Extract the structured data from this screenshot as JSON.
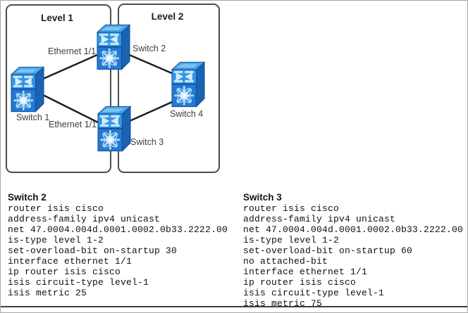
{
  "diagram": {
    "level1_label": "Level 1",
    "level2_label": "Level 2",
    "switches": {
      "switch1": "Switch 1",
      "switch2": "Switch 2",
      "switch3": "Switch 3",
      "switch4": "Switch 4"
    },
    "link_labels": {
      "top": "Ethernet 1/1",
      "bottom": "Ethernet 1/1"
    }
  },
  "configs": {
    "switch2": {
      "title": "Switch 2",
      "lines": [
        "router isis cisco",
        "address-family ipv4 unicast",
        "net 47.0004.004d.0001.0002.0b33.2222.00",
        "is-type level 1-2",
        "set-overload-bit on-startup 30",
        "interface ethernet 1/1",
        "ip router isis cisco",
        "isis circuit-type level-1",
        "isis metric 25"
      ]
    },
    "switch3": {
      "title": "Switch 3",
      "lines": [
        "router isis cisco",
        "address-family ipv4 unicast",
        "net 47.0004.004d.0001.0002.0b33.2222.00",
        "is-type level 1-2",
        "set-overload-bit on-startup 60",
        "no attached-bit",
        "interface ethernet 1/1",
        "ip router isis cisco",
        "isis circuit-type level-1",
        "isis metric 75"
      ]
    }
  },
  "colors": {
    "switch_blue_front": "#2e86dc",
    "switch_blue_dark_side": "#1a63b2",
    "switch_blue_top": "#4ba4e9",
    "switch_highlight": "#bfe6fa",
    "link_line": "#1c1c1c",
    "box_border": "#4c4c4c"
  }
}
